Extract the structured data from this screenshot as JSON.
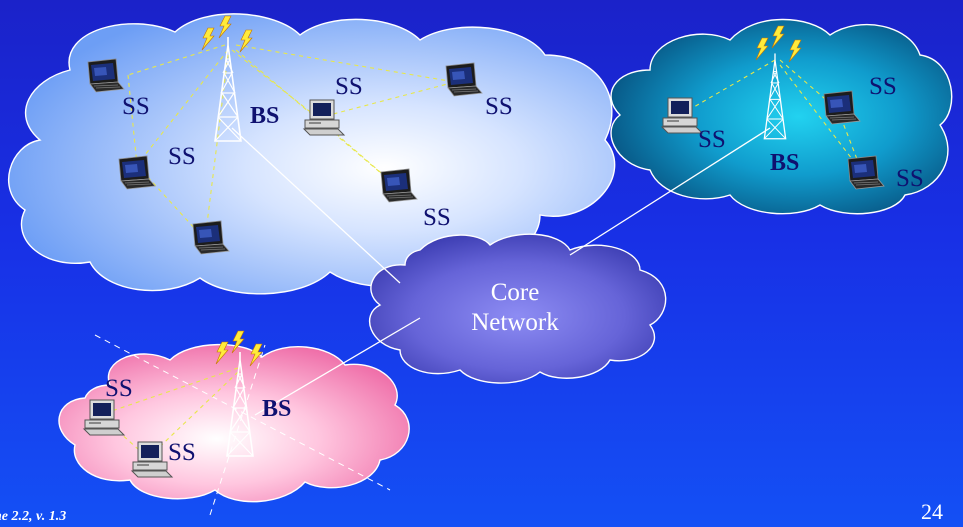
{
  "labels": {
    "ss": "SS",
    "bs": "BS",
    "core_line1": "Core",
    "core_line2": "Network"
  },
  "footer": {
    "left_text": "ne 2.2, v. 1.3",
    "page_number": "24"
  },
  "colors": {
    "background": "#1830e6",
    "cloud_left": "#a9c7ff",
    "cloud_right": "#0d77b5",
    "cloud_core": "#7b79e8",
    "cloud_bottom": "#f48fbe",
    "link_line": "#ffffff",
    "wireless_link": "#e8e84a",
    "label_text": "#0f1170"
  },
  "icons": [
    "cell-tower-icon",
    "laptop-icon",
    "desktop-pc-icon",
    "lightning-signal-icon"
  ]
}
